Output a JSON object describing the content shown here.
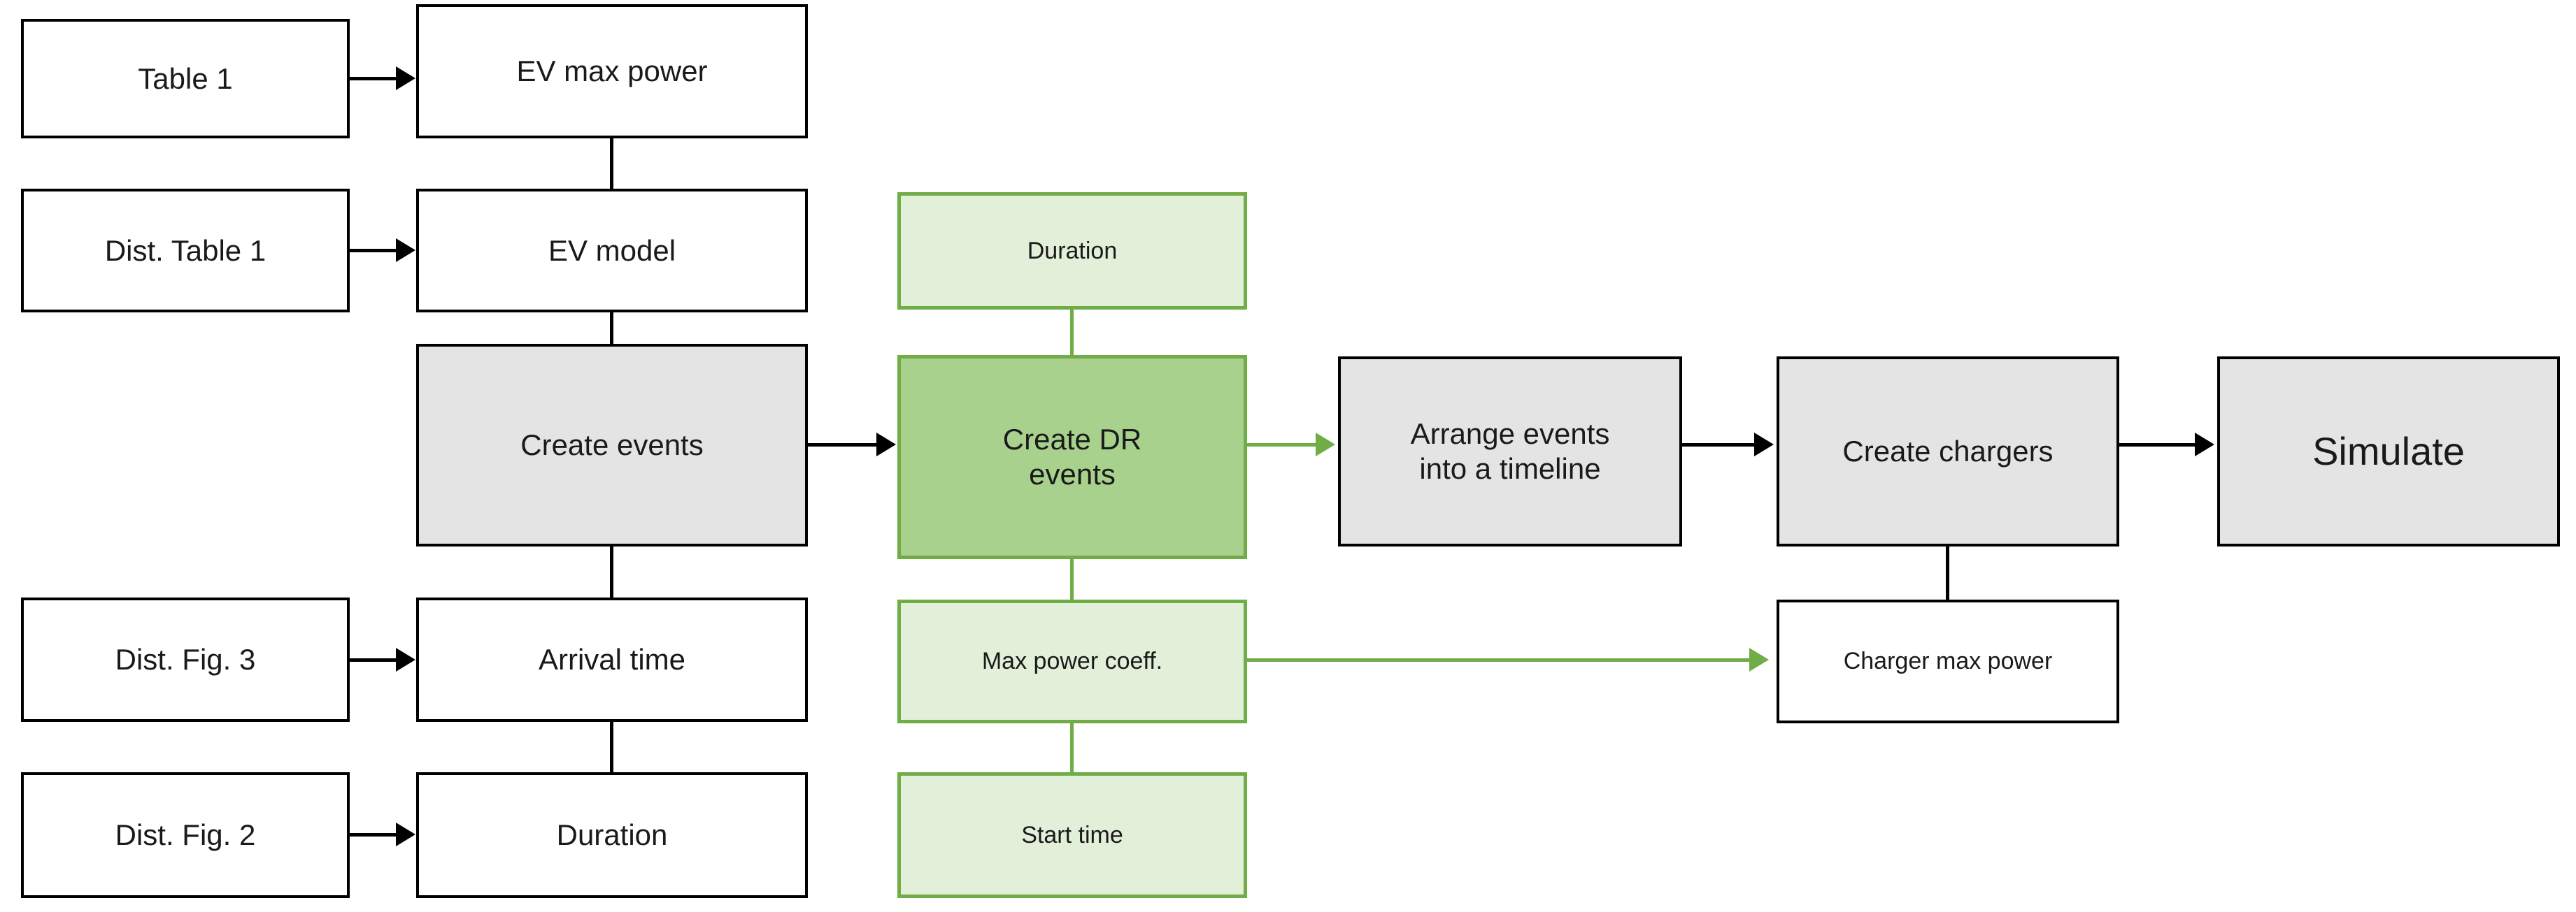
{
  "diagram": {
    "title": "EV charging simulation pipeline flowchart",
    "colors": {
      "plain_border": "#000000",
      "plain_fill": "#ffffff",
      "process_fill": "#e4e4e4",
      "dr_fill": "#a9d18e",
      "dr_param_fill": "#e2efd9",
      "green_border": "#70ad47",
      "arrow_black": "#000000",
      "arrow_green": "#70ad47"
    },
    "nodes": {
      "table1": "Table 1",
      "dist_table1": "Dist. Table 1",
      "dist_fig3": "Dist. Fig. 3",
      "dist_fig2": "Dist. Fig. 2",
      "ev_max_power": "EV max power",
      "ev_model": "EV model",
      "create_events": "Create events",
      "arrival_time": "Arrival time",
      "duration_left": "Duration",
      "dr_duration": "Duration",
      "create_dr_events": "Create DR\nevents",
      "max_power_coeff": "Max power coeff.",
      "start_time": "Start time",
      "arrange_events": "Arrange events\ninto a timeline",
      "create_chargers": "Create chargers",
      "charger_max_power": "Charger max power",
      "simulate": "Simulate"
    },
    "edges": [
      {
        "from": "table1",
        "to": "ev_max_power",
        "style": "black-arrow"
      },
      {
        "from": "dist_table1",
        "to": "ev_model",
        "style": "black-arrow"
      },
      {
        "from": "dist_fig3",
        "to": "arrival_time",
        "style": "black-arrow"
      },
      {
        "from": "dist_fig2",
        "to": "duration_left",
        "style": "black-arrow"
      },
      {
        "from": "ev_max_power",
        "to": "ev_model",
        "style": "black-line"
      },
      {
        "from": "ev_model",
        "to": "create_events",
        "style": "black-line"
      },
      {
        "from": "create_events",
        "to": "arrival_time",
        "style": "black-line"
      },
      {
        "from": "arrival_time",
        "to": "duration_left",
        "style": "black-line"
      },
      {
        "from": "create_events",
        "to": "create_dr_events",
        "style": "black-arrow"
      },
      {
        "from": "dr_duration",
        "to": "create_dr_events",
        "style": "green-line"
      },
      {
        "from": "create_dr_events",
        "to": "max_power_coeff",
        "style": "green-line"
      },
      {
        "from": "max_power_coeff",
        "to": "start_time",
        "style": "green-line"
      },
      {
        "from": "create_dr_events",
        "to": "arrange_events",
        "style": "green-arrow"
      },
      {
        "from": "max_power_coeff",
        "to": "charger_max_power",
        "style": "green-arrow"
      },
      {
        "from": "arrange_events",
        "to": "create_chargers",
        "style": "black-arrow"
      },
      {
        "from": "create_chargers",
        "to": "charger_max_power",
        "style": "black-line"
      },
      {
        "from": "create_chargers",
        "to": "simulate",
        "style": "black-arrow"
      }
    ]
  }
}
